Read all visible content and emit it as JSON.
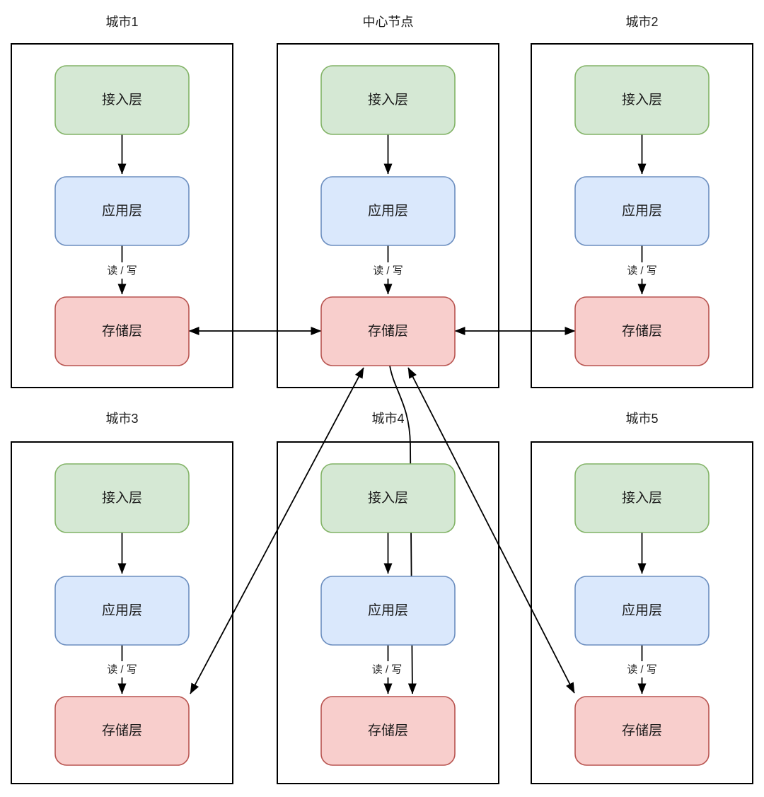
{
  "containers": [
    {
      "title": "城市1"
    },
    {
      "title": "中心节点"
    },
    {
      "title": "城市2"
    },
    {
      "title": "城市3"
    },
    {
      "title": "城市4"
    },
    {
      "title": "城市5"
    }
  ],
  "layers": {
    "access": "接入层",
    "app": "应用层",
    "storage": "存储层"
  },
  "edge_label_rw": "读 / 写",
  "edges": [
    {
      "from": "城市1.存储层",
      "to": "中心节点.存储层",
      "direction": "bidirectional"
    },
    {
      "from": "中心节点.存储层",
      "to": "城市2.存储层",
      "direction": "bidirectional"
    },
    {
      "from": "中心节点.存储层",
      "to": "城市3.存储层",
      "direction": "bidirectional"
    },
    {
      "from": "中心节点.存储层",
      "to": "城市5.存储层",
      "direction": "bidirectional"
    },
    {
      "from": "中心节点.存储层",
      "to": "城市4.存储层",
      "direction": "one-way"
    }
  ],
  "colors": {
    "access_fill": "#d5e8d4",
    "access_stroke": "#82b366",
    "app_fill": "#dae8fc",
    "app_stroke": "#6c8ebf",
    "storage_fill": "#f8cecc",
    "storage_stroke": "#b85450",
    "container_stroke": "#000000",
    "line": "#000000",
    "background": "#ffffff"
  }
}
